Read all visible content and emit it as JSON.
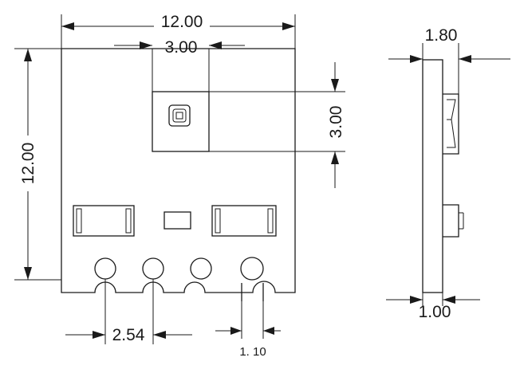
{
  "dimensions": {
    "top_width": "12.00",
    "left_height": "12.00",
    "sensor_width": "3.00",
    "sensor_height": "3.00",
    "side_thickness": "1.80",
    "board_thickness": "1.00",
    "pin_pitch": "2.54",
    "pin_width": "1. 10"
  },
  "colors": {
    "line": "#1a1a1a",
    "background": "#ffffff"
  }
}
